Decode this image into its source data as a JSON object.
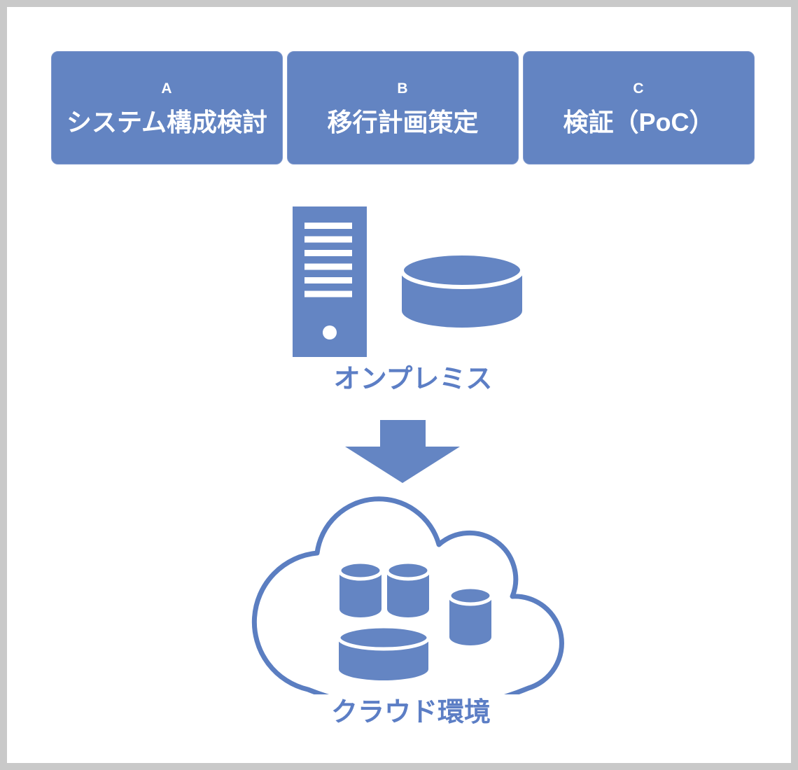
{
  "colors": {
    "box_fill": "#6384C2",
    "icon_blue": "#6485C3",
    "cloud_stroke": "#5B7EC1",
    "label_text": "#5C7EC5",
    "frame_gray": "#C9C9C9",
    "box_text": "#FFFFFF"
  },
  "steps": [
    {
      "letter": "A",
      "title": "システム構成検討"
    },
    {
      "letter": "B",
      "title": "移行計画策定"
    },
    {
      "letter": "C",
      "title": "検証（PoC）"
    }
  ],
  "onprem": {
    "label": "オンプレミス"
  },
  "cloud": {
    "label": "クラウド環境"
  },
  "icons": [
    "server-icon",
    "database-disk-icon",
    "down-arrow-icon",
    "cloud-icon",
    "database-cylinder-icon"
  ]
}
